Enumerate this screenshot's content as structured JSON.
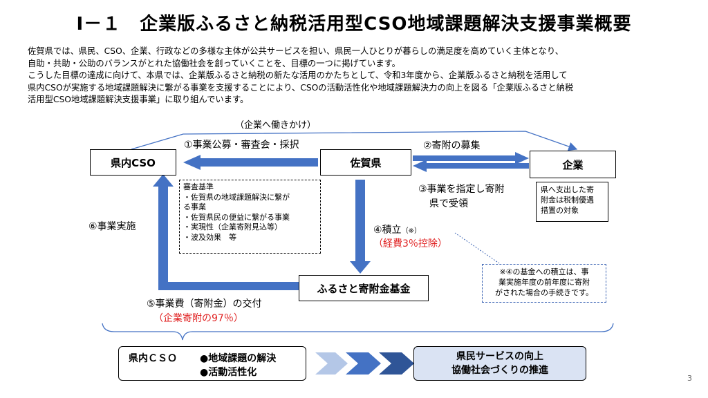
{
  "title": "Ⅰ－１　企業版ふるさと納税活用型CSO地域課題解決支援事業概要",
  "intro": [
    "佐賀県では、県民、CSO、企業、行政などの多様な主体が公共サービスを担い、県民一人ひとりが暮らしの満足度を高めていく主体となり、",
    "自助・共助・公助のバランスがとれた協働社会を創っていくことを、目標の一つに掲げています。",
    "こうした目標の達成に向けて、本県では、企業版ふるさと納税の新たな活用のかたちとして、令和3年度から、企業版ふるさと納税を活用して",
    "県内CSOが実施する地域課題解決に繋がる事業を支援することにより、CSOの活動活性化や地域課題解決力の向上を図る「企業版ふるさと納税",
    "活用型CSO地域課題解決支援事業」に取り組んでいます。"
  ],
  "diagram": {
    "top_label": "（企業へ働きかけ）",
    "cso": "県内CSO",
    "saga": "佐賀県",
    "company": "企業",
    "fund": "ふるさと寄附金基金",
    "step1": "①事業公募・審査会・採択",
    "step2": "②寄附の募集",
    "step3_line1": "③事業を指定し寄附",
    "step3_line2": "県で受領",
    "step4": "④積立",
    "step4_note": "（※）",
    "step4_red": "（経費3％控除）",
    "step5": "⑤事業費（寄附金）の交付",
    "step5_red": "（企業寄附の97％）",
    "step6": "⑥事業実施",
    "criteria_title": "審査基準",
    "criteria": [
      "・佐賀県の地域課題解決に繋が",
      "る事業",
      "・佐賀県民の便益に繋がる事業",
      "・実現性（企業寄附見込等）",
      "・波及効果　等"
    ],
    "tax_note": [
      "県へ支出した寄",
      "附金は税制優遇",
      "措置の対象"
    ],
    "footnote": [
      "※④の基金への積立は、事",
      "業実施年度の前年度に寄附",
      "がされた場合の手続きです。"
    ]
  },
  "bottom": {
    "cso": "県内ＣＳＯ",
    "effect1": "●地域課題の解決",
    "effect2": "●活動活性化",
    "result1": "県民サービスの向上",
    "result2": "協働社会づくりの推進"
  },
  "page_number": "3",
  "colors": {
    "arrow_blue": "#4472c4",
    "arrow_dark": "#2f5597",
    "red": "#e02020",
    "result_bg": "#dae3f3"
  }
}
